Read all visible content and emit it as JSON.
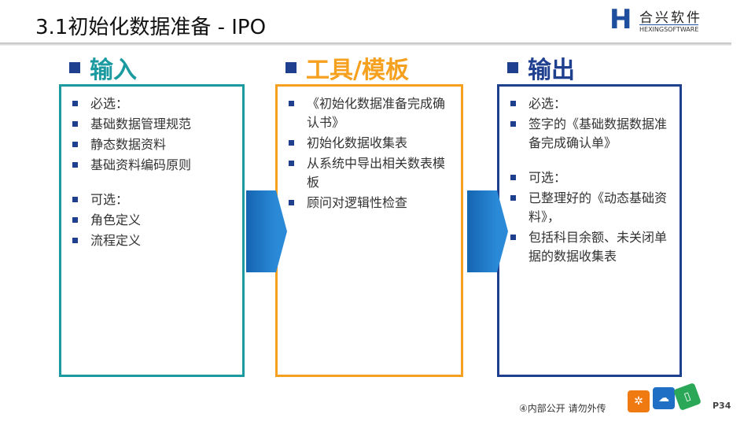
{
  "title": "3.1初始化数据准备 - IPO",
  "logo": {
    "cn": "合兴软件",
    "en": "HEXINGSOFTWARE"
  },
  "columns": [
    {
      "heading": "输入",
      "color": "#1b9aa0",
      "items": [
        {
          "t": "必选："
        },
        {
          "t": "基础数据管理规范"
        },
        {
          "t": "静态数据资料"
        },
        {
          "t": "基础资料编码原则"
        },
        {
          "gap": true
        },
        {
          "t": "可选："
        },
        {
          "t": "角色定义"
        },
        {
          "t": "流程定义"
        }
      ]
    },
    {
      "heading": "工具/模板",
      "color": "#f5a01e",
      "items": [
        {
          "t": "《初始化数据准备完成确认书》"
        },
        {
          "t": "初始化数据收集表"
        },
        {
          "t": "从系统中导出相关数表模板"
        },
        {
          "t": "顾问对逻辑性检查"
        }
      ]
    },
    {
      "heading": "输出",
      "color": "#1f3f8f",
      "items": [
        {
          "t": "必选："
        },
        {
          "t": "签字的《基础数据数据准备完成确认单》"
        },
        {
          "gap": true
        },
        {
          "t": "可选："
        },
        {
          "t": "已整理好的《动态基础资料》，"
        },
        {
          "t": "包括科目余额、未关闭单据的数据收集表"
        }
      ]
    }
  ],
  "footer": {
    "notice": "④内部公开 请勿外传",
    "page": "P34"
  }
}
